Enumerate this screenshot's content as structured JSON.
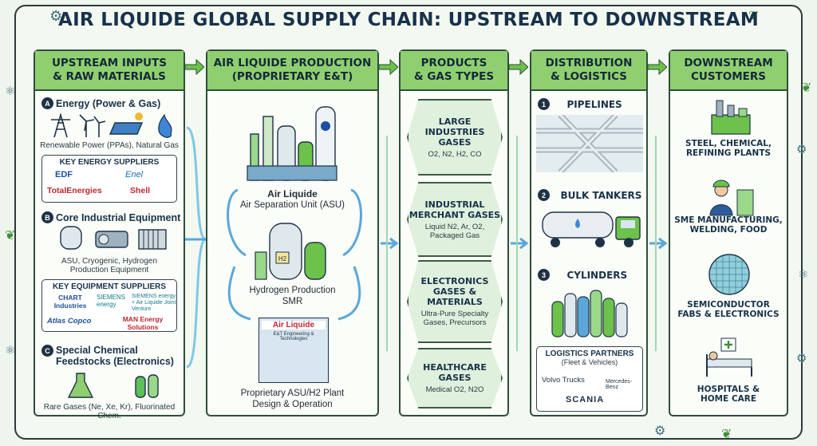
{
  "title": "AIR LIQUIDE GLOBAL SUPPLY CHAIN: UPSTREAM TO DOWNSTREAM",
  "columns": {
    "upstream": {
      "header": "UPSTREAM INPUTS\n& RAW MATERIALS",
      "energy": {
        "badge": "A",
        "label": "Energy (Power & Gas)",
        "caption": "Renewable Power (PPAs), Natural Gas",
        "suppliers_title": "KEY ENERGY SUPPLIERS",
        "suppliers": [
          "EDF",
          "Enel",
          "TotalEnergies",
          "Shell"
        ]
      },
      "equipment": {
        "badge": "B",
        "label": "Core Industrial Equipment",
        "caption": "ASU, Cryogenic, Hydrogen\nProduction Equipment",
        "suppliers_title": "KEY EQUIPMENT SUPPLIERS",
        "suppliers": [
          "CHART Industries",
          "SIEMENS energy",
          "SIEMENS energy + Air Liquide Joint Venture",
          "Atlas Copco",
          "MAN Energy Solutions"
        ]
      },
      "feedstocks": {
        "badge": "C",
        "label": "Special Chemical\nFeedstocks (Electronics)",
        "caption": "Rare Gases (Ne, Xe, Kr), Fluorinated Chem."
      }
    },
    "production": {
      "header": "AIR LIQUIDE PRODUCTION\n(PROPRIETARY E&T)",
      "asu_title": "Air Liquide",
      "asu_sub": "Air Separation Unit (ASU)",
      "h2_title": "Hydrogen Production",
      "h2_sub": "SMR",
      "plant_logo": "Air Liquide",
      "plant_logo_sub": "E&T Engineering & Technologies",
      "plant_caption": "Proprietary ASU/H2 Plant\nDesign & Operation"
    },
    "products": {
      "header": "PRODUCTS\n& GAS TYPES",
      "items": [
        {
          "title": "LARGE\nINDUSTRIES\nGASES",
          "sub": "O2, N2, H2, CO"
        },
        {
          "title": "INDUSTRIAL\nMERCHANT GASES",
          "sub": "Liquid N2, Ar, O2,\nPackaged Gas"
        },
        {
          "title": "ELECTRONICS\nGASES &\nMATERIALS",
          "sub": "Ultra-Pure Specialty\nGases, Precursors"
        },
        {
          "title": "HEALTHCARE\nGASES",
          "sub": "Medical O2, N2O"
        }
      ]
    },
    "distribution": {
      "header": "DISTRIBUTION\n& LOGISTICS",
      "items": [
        {
          "badge": "1",
          "label": "PIPELINES"
        },
        {
          "badge": "2",
          "label": "BULK TANKERS"
        },
        {
          "badge": "3",
          "label": "CYLINDERS"
        }
      ],
      "partners_title": "LOGISTICS PARTNERS",
      "partners_sub": "(Fleet & Vehicles)",
      "partners": [
        "Volvo Trucks",
        "Mercedes-Benz",
        "SCANIA"
      ]
    },
    "customers": {
      "header": "DOWNSTREAM\nCUSTOMERS",
      "items": [
        "STEEL, CHEMICAL,\nREFINING PLANTS",
        "SME MANUFACTURING,\nWELDING, FOOD",
        "SEMICONDUCTOR\nFABS & ELECTRONICS",
        "HOSPITALS &\nHOME CARE"
      ]
    }
  },
  "colors": {
    "header_green": "#8fcf6f",
    "arrow_green": "#6cc24a",
    "flow_blue": "#5aa7d8",
    "navy": "#17324a"
  },
  "icons": [
    "gear-icon",
    "leaf-icon",
    "atom-icon",
    "pylon-icon",
    "wind-turbine-icon",
    "solar-panel-icon",
    "flame-icon",
    "tank-icon",
    "compressor-icon",
    "heat-exchanger-icon",
    "flask-icon",
    "gas-cylinder-icon",
    "factory-icon",
    "truck-icon",
    "worker-icon",
    "wafer-icon",
    "hospital-bed-icon"
  ]
}
